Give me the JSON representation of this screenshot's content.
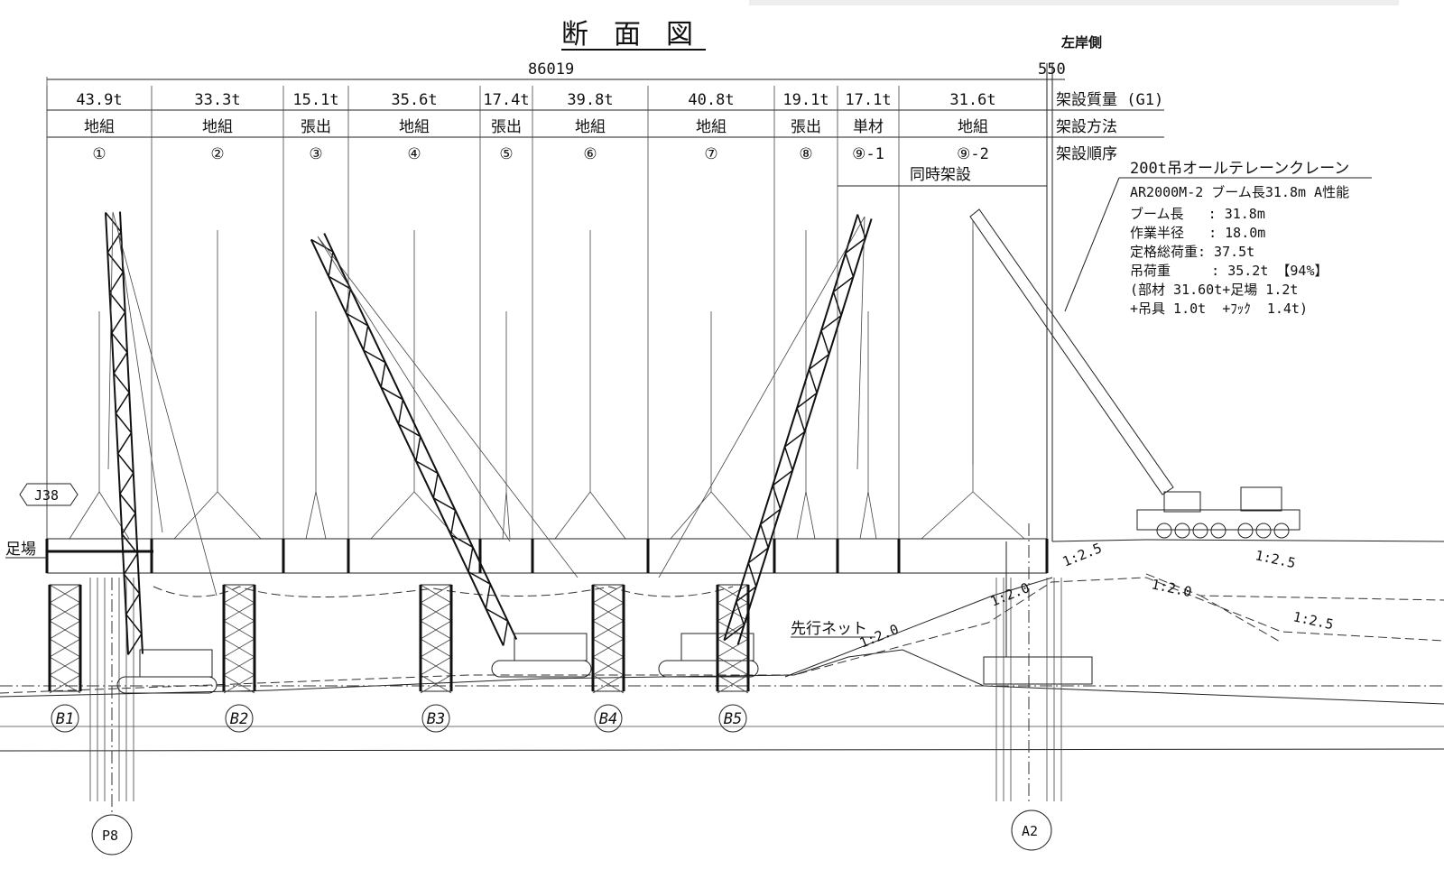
{
  "title": "断面図",
  "side_label": "左岸側",
  "dimensions": {
    "total": "86019",
    "offset": "550"
  },
  "row_labels": {
    "mass": "架設質量 (G1)",
    "method": "架設方法",
    "order": "架設順序"
  },
  "segments": [
    {
      "mass": "43.9t",
      "method": "地組",
      "order": "①"
    },
    {
      "mass": "33.3t",
      "method": "地組",
      "order": "②"
    },
    {
      "mass": "15.1t",
      "method": "張出",
      "order": "③"
    },
    {
      "mass": "35.6t",
      "method": "地組",
      "order": "④"
    },
    {
      "mass": "17.4t",
      "method": "張出",
      "order": "⑤"
    },
    {
      "mass": "39.8t",
      "method": "地組",
      "order": "⑥"
    },
    {
      "mass": "40.8t",
      "method": "地組",
      "order": "⑦"
    },
    {
      "mass": "19.1t",
      "method": "張出",
      "order": "⑧"
    },
    {
      "mass": "17.1t",
      "method": "単材",
      "order": "⑨-1"
    },
    {
      "mass": "31.6t",
      "method": "地組",
      "order": "⑨-2"
    }
  ],
  "simultaneous_label": "同時架設",
  "crane_info": {
    "heading": "200t吊オールテレーンクレーン",
    "model": "AR2000M-2 ブーム長31.8m A性能",
    "lines": [
      "ブーム長   : 31.8m",
      "作業半径   : 18.0m",
      "定格総荷重: 37.5t",
      "吊荷重     : 35.2t 【94%】",
      "(部材 31.60t+足場 1.2t",
      "+吊具 1.0t  +ﾌｯｸ  1.4t)"
    ]
  },
  "labels": {
    "joint": "J38",
    "scaffold": "足場",
    "net": "先行ネット"
  },
  "slopes": [
    "1:2.5",
    "1:2.5",
    "1:2.0",
    "1:2.0",
    "1:2.0",
    "1:2.5"
  ],
  "piers": [
    "B1",
    "B2",
    "B3",
    "B4",
    "B5"
  ],
  "abutments": {
    "left": "P8",
    "right": "A2"
  }
}
